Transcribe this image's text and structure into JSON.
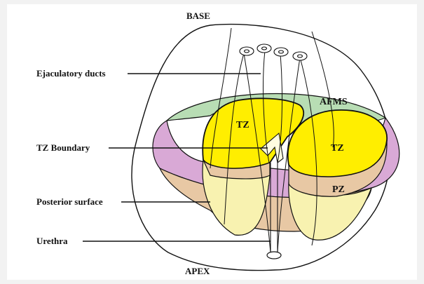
{
  "diagram": {
    "title_top": "BASE",
    "title_bottom": "APEX",
    "labels": {
      "ejaculatory_ducts": "Ejaculatory ducts",
      "tz_boundary": "TZ Boundary",
      "posterior_surface": "Posterior surface",
      "urethra": "Urethra"
    },
    "zones": {
      "afms": "AFMS",
      "tz_left": "TZ",
      "tz_right": "TZ",
      "pz": "PZ"
    },
    "colors": {
      "page_background": "#f2f2f2",
      "canvas": "#ffffff",
      "outline": "#111111",
      "afms_green": "#b8ddb4",
      "pz_purple": "#d9a9d6",
      "pz_tan": "#e8c8a4",
      "tz_yellow": "#ffee00",
      "lower_pale_yellow": "#f8f2b0"
    }
  }
}
